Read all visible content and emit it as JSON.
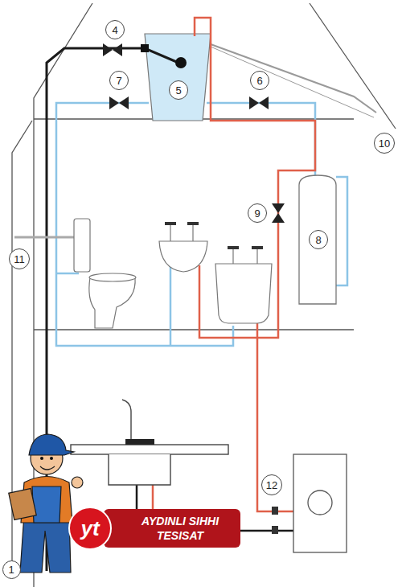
{
  "diagram": {
    "nodes": [
      {
        "text": [
          "4"
        ]
      },
      {
        "text": [
          "7"
        ]
      },
      {
        "text": [
          "6"
        ]
      },
      {
        "text": [
          "5"
        ]
      },
      {
        "text": [
          "10"
        ]
      },
      {
        "text": [
          "9"
        ]
      },
      {
        "text": [
          "11"
        ]
      },
      {
        "text": [
          "8"
        ]
      },
      {
        "text": [
          "12"
        ]
      },
      {
        "text": [
          "yt"
        ]
      },
      {
        "text": [
          "AYDINLI SIHHI TESISAT"
        ]
      },
      {
        "text": [
          "1"
        ]
      }
    ]
  }
}
